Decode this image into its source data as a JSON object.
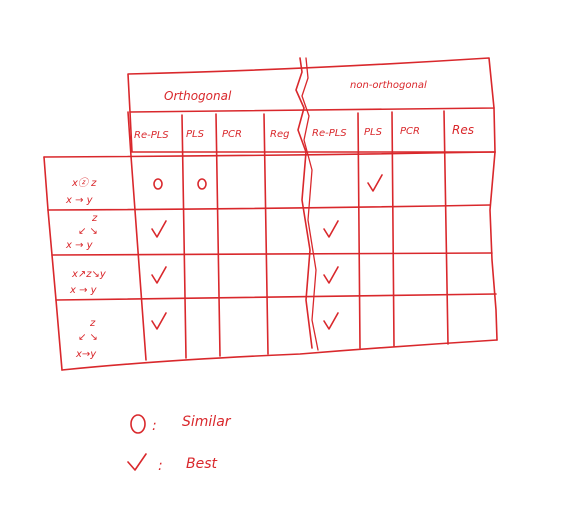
{
  "header": {
    "group_orthogonal": "Orthogonal",
    "group_non_orthogonal": "non-orthogonal"
  },
  "columns": [
    "Re-PLS",
    "PLS",
    "PCR",
    "Reg",
    "Re-PLS",
    "PLS",
    "PCR",
    "Res"
  ],
  "rows": [
    {
      "id": "row-1",
      "label_top": "xⓩ z",
      "label_bottom": "x → y",
      "marks": [
        "circle",
        "circle",
        "",
        "",
        "",
        "check",
        "",
        ""
      ]
    },
    {
      "id": "row-2",
      "label_top": "z",
      "label_mid": "↙ ↘",
      "label_bottom": "x → y",
      "marks": [
        "check",
        "",
        "",
        "",
        "check",
        "",
        "",
        ""
      ]
    },
    {
      "id": "row-3",
      "label_top": "x↗z↘y",
      "label_bottom": "x → y",
      "marks": [
        "check",
        "",
        "",
        "",
        "check",
        "",
        "",
        ""
      ]
    },
    {
      "id": "row-4",
      "label_top": "z",
      "label_mid": "↙ ↘",
      "label_bottom": "x→y",
      "marks": [
        "check",
        "",
        "",
        "",
        "check",
        "",
        "",
        ""
      ]
    }
  ],
  "legend": {
    "circle_symbol": "O",
    "circle_sep": ":",
    "circle_label": "Similar",
    "check_symbol": "✓",
    "check_sep": ":",
    "check_label": "Best"
  },
  "colors": {
    "ink": "#d9282c",
    "background": "#ffffff"
  }
}
